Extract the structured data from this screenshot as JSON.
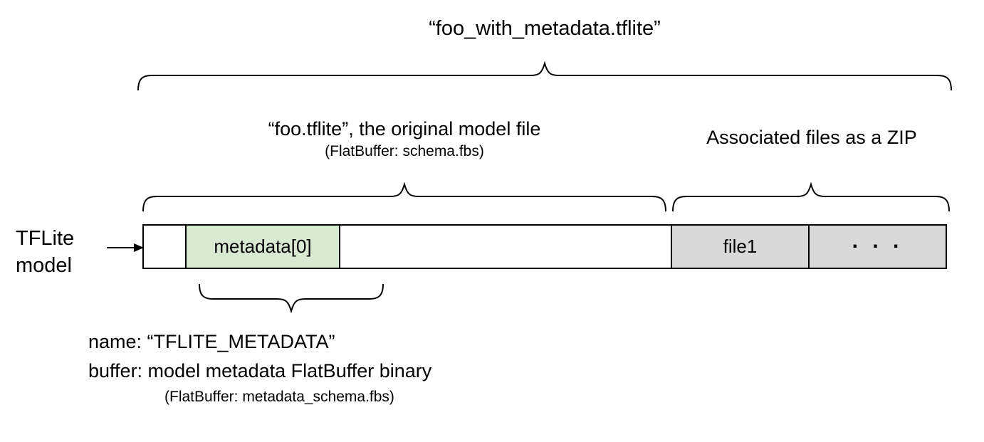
{
  "title": "“foo_with_metadata.tflite”",
  "model_section": {
    "label": "“foo.tflite”, the original model file",
    "sublabel": "(FlatBuffer: schema.fbs)"
  },
  "zip_section": {
    "label": "Associated files as a ZIP"
  },
  "pointer": {
    "line1": "TFLite",
    "line2": "model"
  },
  "bar": {
    "segments": [
      {
        "name": "leading-bytes",
        "label": ""
      },
      {
        "name": "metadata",
        "label": "metadata[0]"
      },
      {
        "name": "model-body",
        "label": ""
      },
      {
        "name": "file1",
        "label": "file1"
      },
      {
        "name": "more-files",
        "label": ". . ."
      }
    ]
  },
  "metadata_annotation": {
    "line1": "name: “TFLITE_METADATA”",
    "line2": "buffer: model metadata FlatBuffer binary",
    "line3": "(FlatBuffer: metadata_schema.fbs)"
  },
  "colors": {
    "metadata_fill": "#d9ead3",
    "zip_fill": "#d9d9d9",
    "stroke": "#000000",
    "background": "#ffffff"
  }
}
